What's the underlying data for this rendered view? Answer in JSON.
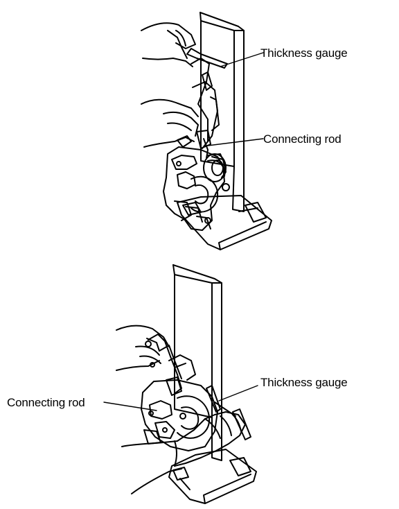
{
  "figure_top": {
    "labels": {
      "thickness_gauge": "Thickness gauge",
      "connecting_rod": "Connecting rod"
    }
  },
  "figure_bottom": {
    "labels": {
      "thickness_gauge": "Thickness gauge",
      "connecting_rod": "Connecting rod"
    }
  },
  "colors": {
    "ink": "#000000",
    "paper": "#ffffff"
  }
}
